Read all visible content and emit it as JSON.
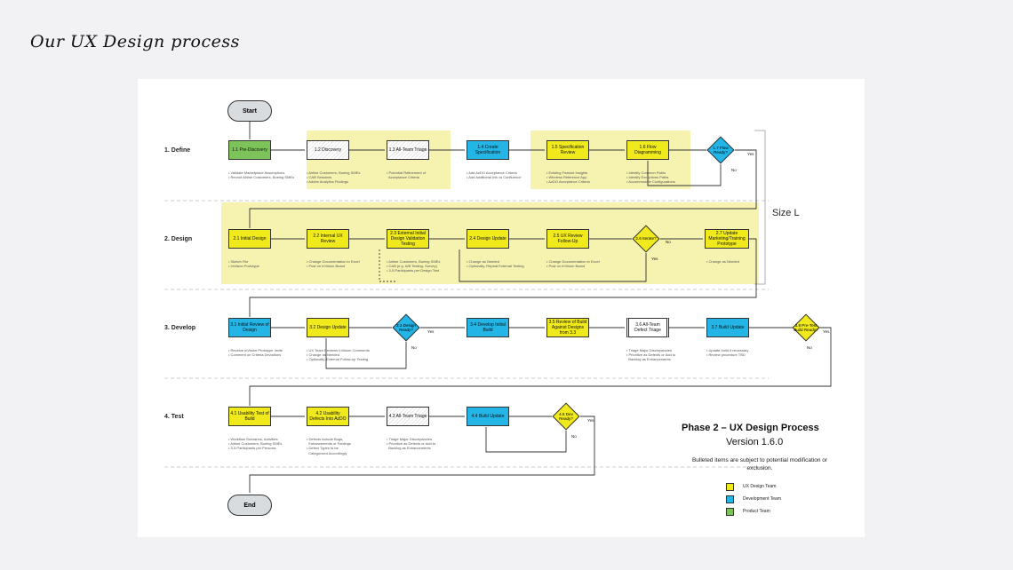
{
  "page_title": "Our UX Design process",
  "diagram": {
    "terminals": {
      "start": "Start",
      "end": "End"
    },
    "size_label": "Size L",
    "lanes": [
      "1. Define",
      "2. Design",
      "3. Develop",
      "4. Test"
    ],
    "nodes": {
      "n1_1": "1.1 Pre-Discovery",
      "n1_2": "1.2 Discovery",
      "n1_3": "1.3 All-Team Triage",
      "n1_4": "1.4 Create Specification",
      "n1_5": "1.5 Specification Review",
      "n1_6": "1.6 Flow Diagramming",
      "n1_7": "1.7 Flow Ready?",
      "n2_1": "2.1 Initial Design",
      "n2_2": "2.2 Internal UX Review",
      "n2_3": "2.3 External Initial Design Validation Testing",
      "n2_4": "2.4 Design Update",
      "n2_5": "2.5 UX Review Follow-Up",
      "n2_6": "2.6 Iterate?",
      "n2_7": "2.7 Update Marketing/Training Prototype",
      "n3_1": "3.1 Initial Review of Design",
      "n3_2": "3.2 Design Update",
      "n3_3": "3.3 Design Ready?",
      "n3_4": "3.4 Develop Initial Build",
      "n3_5": "3.5 Review of Build Against Designs from 3.3",
      "n3_6": "3.6 All-Team Defect Triage",
      "n3_7": "3.7 Build Update",
      "n3_8": "3.8 Pre-Test Build Ready?",
      "n4_1": "4.1 Usability Test of Build",
      "n4_2": "4.2 Usability Defects Into AzDO",
      "n4_3": "4.3 All-Team Triage",
      "n4_4": "4.4 Build Update",
      "n4_5": "4.5 Dev Ready?"
    },
    "decision_labels": {
      "yes": "Yes",
      "no": "No"
    },
    "notes": {
      "n1_1": "• Validate Marketplace Assumptions\n• Recruit Airline Customers, Boeing SMEs",
      "n1_2": "• Airline Customers, Boeing SMEs\n• CAB Sessions\n• Adobe Analytics Findings",
      "n1_3": "• Potential Refinement of\n  Acceptance Criteria",
      "n1_4": "• Add AzDO Acceptance Criteria\n• Add Additional Info to Confluence",
      "n1_5": "• Existing Feature Insights\n• Wireless Reference App\n• AzDO Acceptance Criteria",
      "n1_6": "• Identify Common Paths\n• Identify Exceptions Paths\n• Accommodate Configurations",
      "n2_1": "• Sketch File\n• InVision Prototype",
      "n2_2": "• Change Documentation in Excel\n• Post on InVision Board",
      "n2_3": "• Airline Customers, Boeing SMEs\n• CAB (e.g. A/B Testing, Survey)\n• 3-5 Participants per Design Test",
      "n2_4": "• Change as Needed\n• Optionally, Repeat External Testing",
      "n2_5": "• Change Documentation in Excel\n• Post on InVision Board",
      "n2_7": "• Change as Needed",
      "n3_1": "• Receive InVision Prototype Invite\n• Comment on Criteria Deviations",
      "n3_2": "• UX Team Reviews InVision Comments\n• Change as Needed\n• Optionally, External Follow-up Testing",
      "n3_6": "• Triage Major Discrepancies\n• Prioritize as Defects or Add to\n  Backlog as Enhancements",
      "n3_7": "• Update build if necessary\n• Review procedure TBD",
      "n4_1": "• Workflow Scenarios, Activities\n• Airline Customers, Boeing SMEs\n• 3-5 Participants per Persona",
      "n4_2": "• Defects include Bugs,\n  Enhancements or Findings\n• Defect Types to be\n  Categorized Accordingly",
      "n4_3": "• Triage Major Discrepancies\n• Prioritize as Defects or Add to\n  Backlog as Enhancements"
    }
  },
  "phase": {
    "title": "Phase 2 – UX Design Process",
    "version": "Version 1.6.0",
    "note": "Bulleted items are subject to potential modification or exclusion."
  },
  "legend": [
    {
      "label": "UX Design Team",
      "color": "#f0ea1c"
    },
    {
      "label": "Development Team",
      "color": "#22b5e5"
    },
    {
      "label": "Product Team",
      "color": "#7cc35a"
    }
  ],
  "colors": {
    "ux": "#f0ea1c",
    "dev": "#22b5e5",
    "product": "#7cc35a",
    "highlight": "#f6f3b0"
  }
}
